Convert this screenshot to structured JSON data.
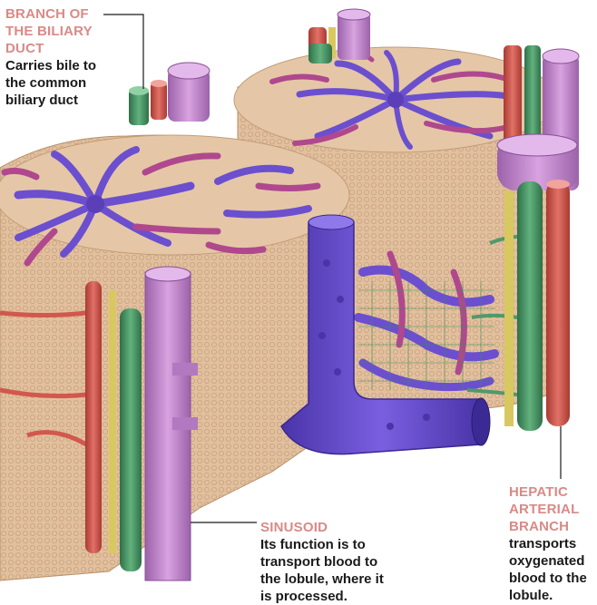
{
  "callouts": {
    "biliary": {
      "title_lines": [
        "BRANCH OF",
        "THE BILIARY",
        "DUCT"
      ],
      "desc_lines": [
        "Carries bile to",
        "the common",
        "biliary duct"
      ]
    },
    "sinusoid": {
      "title_lines": [
        "SINUSOID"
      ],
      "desc_lines": [
        "Its function is to",
        "transport blood to",
        "the lobule, where it",
        "is processed."
      ]
    },
    "hepatic": {
      "title_lines": [
        "HEPATIC",
        "ARTERIAL",
        "BRANCH"
      ],
      "desc_lines": [
        "transports",
        "oxygenated",
        "blood to the",
        "lobule."
      ]
    }
  },
  "colors": {
    "title_color": "#d98a86",
    "text_color": "#1a1a1a",
    "tissue": "#e2c09e",
    "vein_purple": "#6b4fcf",
    "sinusoid_magenta": "#b0488e",
    "bile_green": "#4f9a6a",
    "artery_red": "#d2574d",
    "lymph_yellow": "#d8c860",
    "tube_pink": "#c58ad0"
  }
}
